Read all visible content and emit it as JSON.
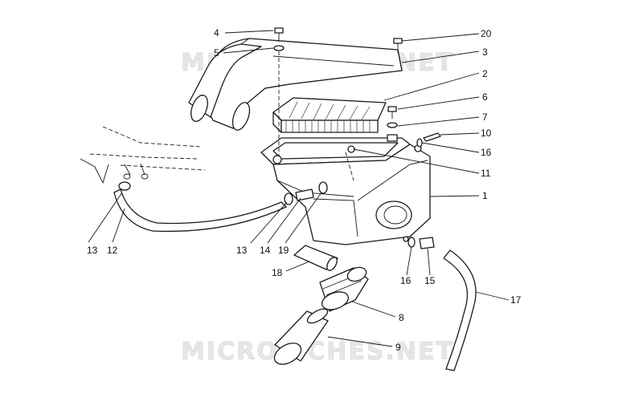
{
  "watermark": "MICROFICHES.NET",
  "colors": {
    "line": "#1a1a1a",
    "background": "#ffffff",
    "watermark": "#e6e6e6"
  },
  "callouts": [
    "1",
    "2",
    "3",
    "4",
    "5",
    "6",
    "7",
    "8",
    "9",
    "10",
    "11",
    "12",
    "13",
    "13",
    "14",
    "15",
    "16",
    "16",
    "17",
    "18",
    "19",
    "20"
  ]
}
